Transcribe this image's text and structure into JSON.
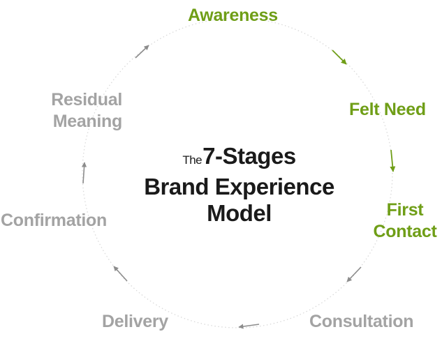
{
  "title": {
    "prefix": "The",
    "line1": "7-Stages",
    "line2": "Brand Experience",
    "line3": "Model"
  },
  "stages": {
    "awareness": "Awareness",
    "felt_need": "Felt Need",
    "first_contact_1": "First",
    "first_contact_2": "Contact",
    "consultation": "Consultation",
    "delivery": "Delivery",
    "confirmation": "Confirmation",
    "residual_meaning_1": "Residual",
    "residual_meaning_2": "Meaning"
  },
  "colors": {
    "active": "#6f9e17",
    "inactive": "#a3a3a3",
    "circle": "#d9d9d9",
    "text": "#1a1a1a"
  }
}
